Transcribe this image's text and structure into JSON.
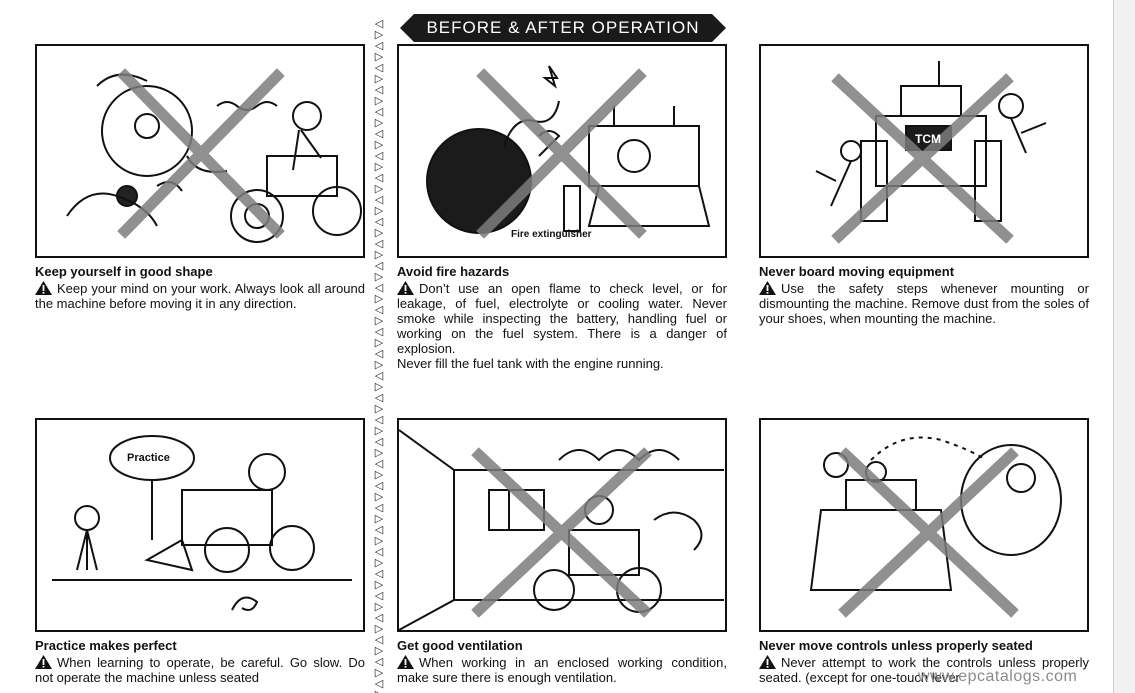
{
  "banner": "BEFORE & AFTER OPERATION",
  "divider_glyphs": "◁▷◁▷◁▷◁▷◁▷◁▷◁▷◁▷◁▷◁▷◁▷◁▷◁▷◁▷◁▷◁▷◁▷◁▷◁▷◁▷◁▷◁▷◁▷◁▷◁▷◁▷◁▷◁▷◁▷◁▷◁▷◁▷◁▷◁▷◁▷◁▷◁▷◁▷◁▷◁▷◁▷◁▷◁▷◁▷◁▷◁▷◁▷◁▷◁▷◁▷◁▷◁▷◁▷◁▷◁▷◁▷",
  "panels": [
    {
      "title": "Keep yourself in good shape",
      "text": "Keep your mind on your work. Always look all around the machine before moving it in any direction."
    },
    {
      "title": "Avoid fire hazards",
      "text": "Don’t use an open flame to check level, or for leakage, of fuel, electrolyte or cooling water. Never smoke while inspecting the battery, handling fuel or working on the fuel system. There is a danger of explosion.",
      "text2": "Never fill the fuel tank with the engine running.",
      "caption": "Fire extinguisher"
    },
    {
      "title": "Never board moving equipment",
      "text": "Use the safety steps whenever mounting or dismounting the machine. Remove dust from the soles of your shoes, when mounting the machine.",
      "caption": "TCM"
    },
    {
      "title": "Practice makes perfect",
      "text": "When learning to operate, be careful. Go slow. Do not operate the machine unless seated",
      "caption": "Practice"
    },
    {
      "title": "Get good ventilation",
      "text": "When working in an enclosed working condition, make sure there is enough ventilation."
    },
    {
      "title": "Never move controls unless properly seated",
      "text": "Never attempt to work the controls unless properly seated. (except for one-touch lever"
    }
  ],
  "watermark": "www.epcatalogs.com"
}
